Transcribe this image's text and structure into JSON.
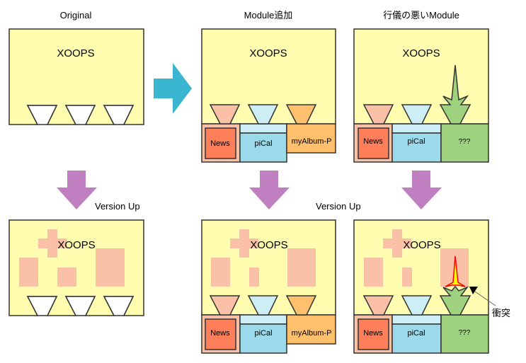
{
  "colors": {
    "core": "#fffdb0",
    "core_border": "#333333",
    "slot_empty": "#ffffff",
    "news_outer": "#fbbfa4",
    "news_inner": "#ff7f5a",
    "pical_top": "#cdeef5",
    "pical_body": "#9bdaea",
    "myalbum": "#ffc06e",
    "bad_module": "#9fd27e",
    "patch": "#fbc1a6",
    "right_arrow": "#3bb6d1",
    "down_arrow": "#bf7fc0",
    "collision_outline": "#ff0000",
    "collision_fill": "#ffff00"
  },
  "titles": {
    "original": "Original",
    "module_added": "Module追加",
    "bad_module": "行儀の悪いModule"
  },
  "core_label": "XOOPS",
  "version_up_label": "Version Up",
  "collision_label": "衝突",
  "modules": {
    "news": "News",
    "pical": "piCal",
    "myalbum": "myAlbum-P",
    "unknown": "???"
  },
  "panels": [
    {
      "id": "original",
      "row": "before",
      "modules": []
    },
    {
      "id": "module-added",
      "row": "before",
      "modules": [
        "news",
        "pical",
        "myalbum"
      ]
    },
    {
      "id": "bad-module",
      "row": "before",
      "modules": [
        "news",
        "pical",
        "unknown"
      ]
    },
    {
      "id": "original-upgraded",
      "row": "after",
      "modules": []
    },
    {
      "id": "module-added-upgraded",
      "row": "after",
      "modules": [
        "news",
        "pical",
        "myalbum"
      ]
    },
    {
      "id": "bad-module-upgraded",
      "row": "after",
      "modules": [
        "news",
        "pical",
        "unknown"
      ],
      "collision": true
    }
  ]
}
